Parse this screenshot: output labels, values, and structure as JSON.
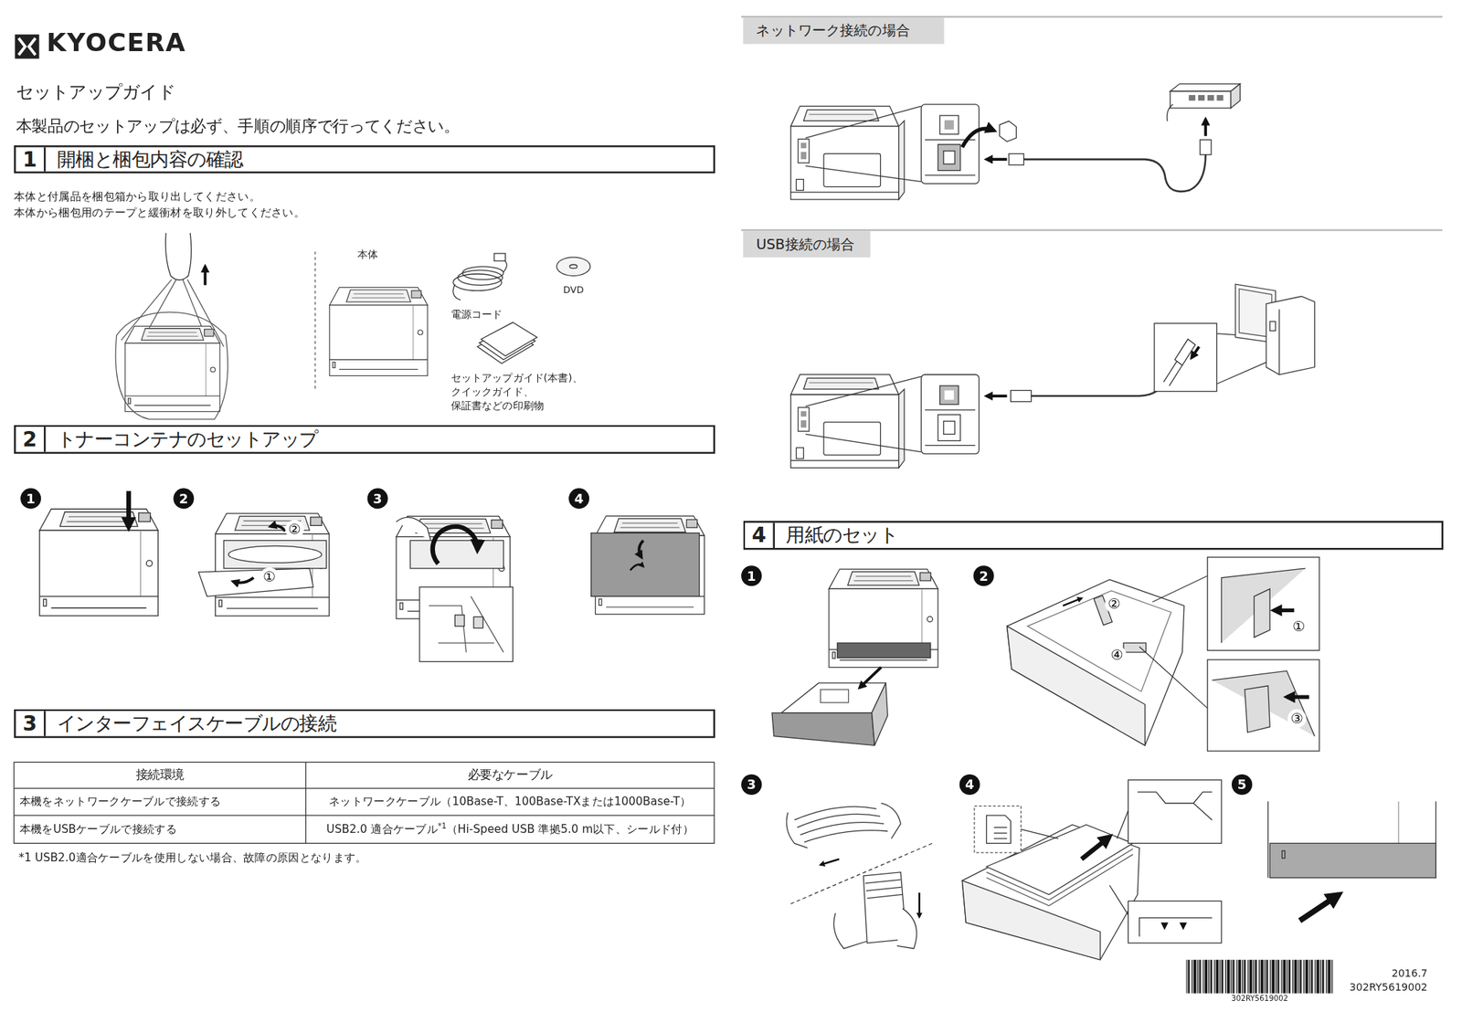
{
  "diagram": {
    "title": "セットアップガイド",
    "nodes": [
      {
        "text": [
          "1",
          "開梱と梱包内容の確認"
        ]
      },
      {
        "text": [
          "2",
          "トナーコンテナのセットアップ"
        ]
      },
      {
        "text": [
          "3",
          "インターフェイスケーブルの接続"
        ]
      },
      {
        "text": [
          "ネットワーク接続の場合"
        ]
      },
      {
        "text": [
          "USB接続の場合"
        ]
      },
      {
        "text": [
          "4",
          "用紙のセット"
        ]
      }
    ],
    "labels": [
      "KYOCERA",
      "本製品のセットアップは必ず、手順の順序で行ってください。",
      "本体と付属品を梱包箱から取り出してください。",
      "本体から梱包用のテープと緩衝材を取り外してください。",
      "本体",
      "電源コード",
      "DVD",
      "セットアップガイド(本書)、 クイックガイド、 保証書などの印刷物",
      "1",
      "2",
      "3",
      "4",
      "②",
      "①",
      "接続環境",
      "必要なケーブル",
      "本機をネットワークケーブルで接続する",
      "ネットワークケーブル（10Base-T、100Base-TXまたは1000Base-T）",
      "本機をUSBケーブルで接続する",
      "USB2.0 適合ケーブル",
      "*1",
      "（Hi-Speed USB 準拠5.0 m以下、シールド付）",
      "*1 USB2.0適合ケーブルを使用しない場合、故障の原因となります。",
      "1",
      "2",
      "3",
      "4",
      "5",
      "②",
      "①",
      "④",
      "③",
      "302RY5619002",
      "2016.7",
      "302RY5619002"
    ]
  }
}
